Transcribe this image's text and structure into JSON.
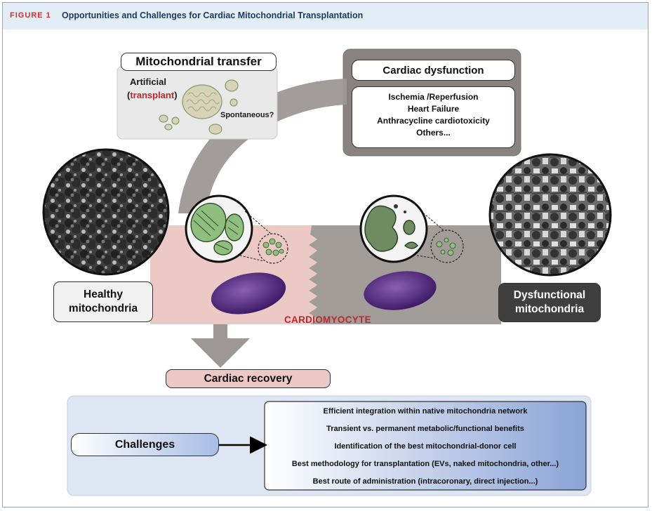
{
  "figure": {
    "label": "FIGURE 1",
    "title": "Opportunities and Challenges for Cardiac Mitochondrial Transplantation"
  },
  "transfer": {
    "title": "Mitochondrial transfer",
    "artificial": "Artificial",
    "transplant": "transplant",
    "paren_open": "(",
    "paren_close": ")",
    "spontaneous": "Spontaneous?"
  },
  "dysfunction": {
    "title": "Cardiac dysfunction",
    "conditions": [
      "Ischemia /Reperfusion",
      "Heart Failure",
      "Anthracycline cardiotoxicity",
      "Others..."
    ]
  },
  "cell": {
    "label": "CARDIOMYOCYTE",
    "healthy_line1": "Healthy",
    "healthy_line2": "mitochondria",
    "dysfunctional_line1": "Dysfunctional",
    "dysfunctional_line2": "mitochondria"
  },
  "recovery": {
    "label": "Cardiac recovery"
  },
  "challenges": {
    "title": "Challenges",
    "items": [
      "Efficient integration within native mitochondria network",
      "Transient vs. permanent metabolic/functional benefits",
      "Identification of the best mitochondrial-donor cell",
      "Best methodology for transplantation (EVs, naked mitochondria, other...)",
      "Best route of administration (intracoronary, direct injection...)"
    ]
  },
  "colors": {
    "accent_red": "#c0262c",
    "title_blue": "#1d3a66",
    "healthy_tissue": "#ecc9c5",
    "dysfunctional_tissue": "#a39d9a",
    "nucleus": "#5a2a82",
    "mito_green": "#8fbe7f"
  }
}
